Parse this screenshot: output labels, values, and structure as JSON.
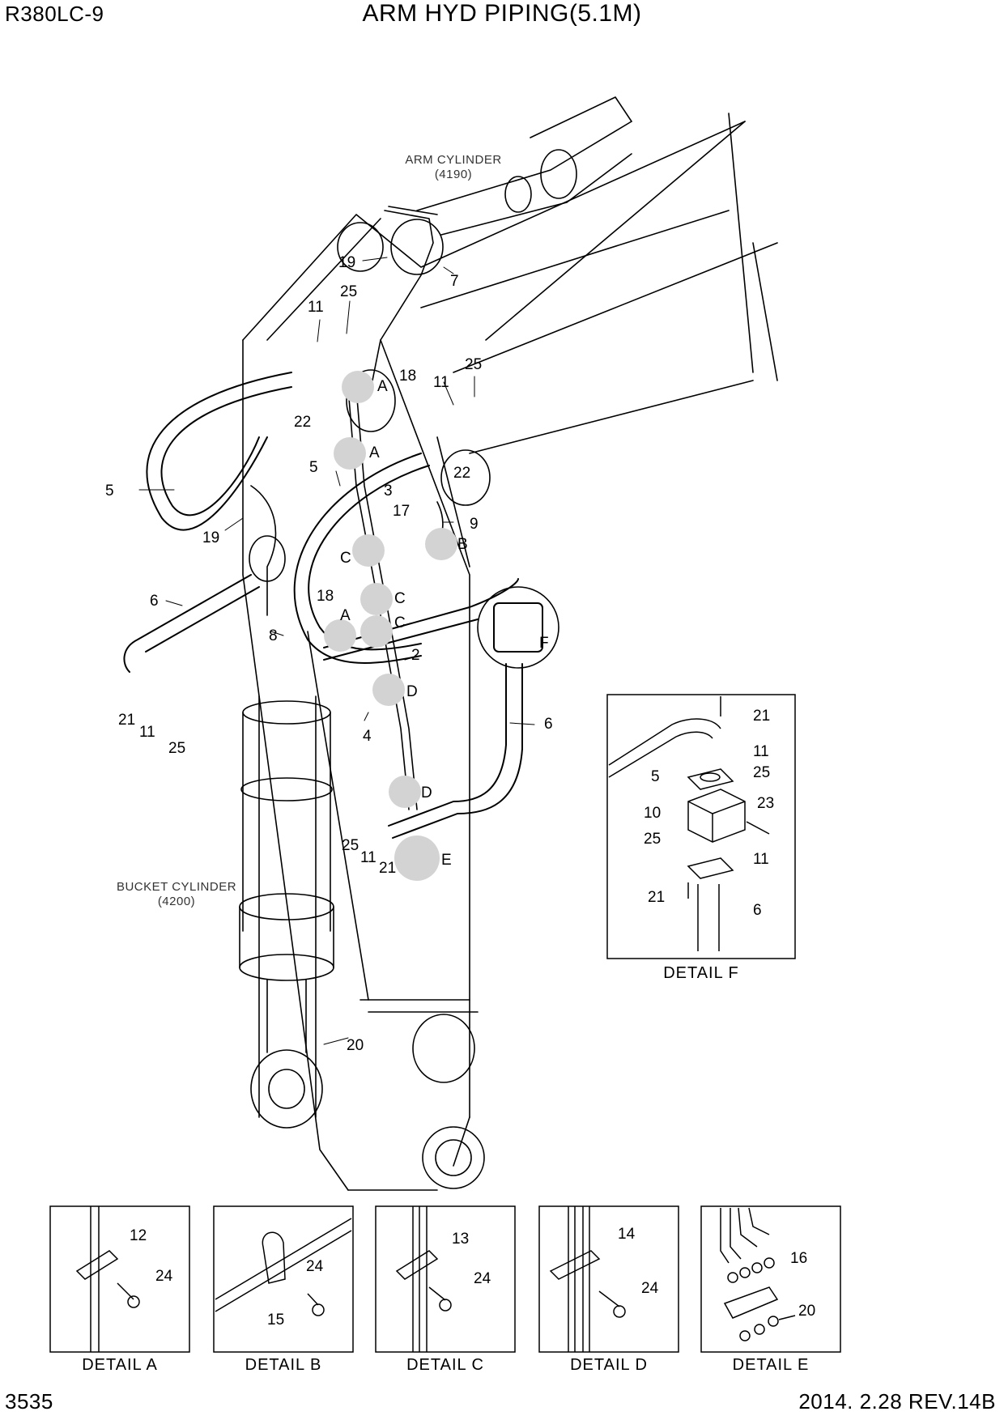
{
  "header": {
    "model": "R380LC-9",
    "title": "ARM HYD PIPING(5.1M)"
  },
  "footer": {
    "page_number": "3535",
    "revision": "2014. 2.28  REV.14B"
  },
  "main_view": {
    "arm_cylinder": {
      "name": "ARM CYLINDER",
      "code": "(4190)"
    },
    "bucket_cylinder": {
      "name": "BUCKET CYLINDER",
      "code": "(4200)"
    },
    "part_callouts": [
      "19",
      "7",
      "25",
      "11",
      "18",
      "25",
      "11",
      "22",
      "5",
      "5",
      "3",
      "17",
      "9",
      "19",
      "22",
      "6",
      "18",
      "8",
      "2",
      "6",
      "21",
      "11",
      "25",
      "4",
      "25",
      "11",
      "21",
      "20"
    ],
    "detail_markers": [
      "A",
      "A",
      "A",
      "B",
      "C",
      "C",
      "C",
      "D",
      "D",
      "E",
      "F"
    ]
  },
  "details": [
    {
      "caption": "DETAIL  A",
      "parts": [
        "12",
        "24"
      ]
    },
    {
      "caption": "DETAIL  B",
      "parts": [
        "24",
        "15"
      ]
    },
    {
      "caption": "DETAIL  C",
      "parts": [
        "13",
        "24"
      ]
    },
    {
      "caption": "DETAIL  D",
      "parts": [
        "14",
        "24"
      ]
    },
    {
      "caption": "DETAIL  E",
      "parts": [
        "16",
        "20"
      ]
    },
    {
      "caption": "DETAIL  F",
      "parts": [
        "21",
        "11",
        "5",
        "25",
        "10",
        "23",
        "25",
        "11",
        "21",
        "6"
      ]
    }
  ]
}
